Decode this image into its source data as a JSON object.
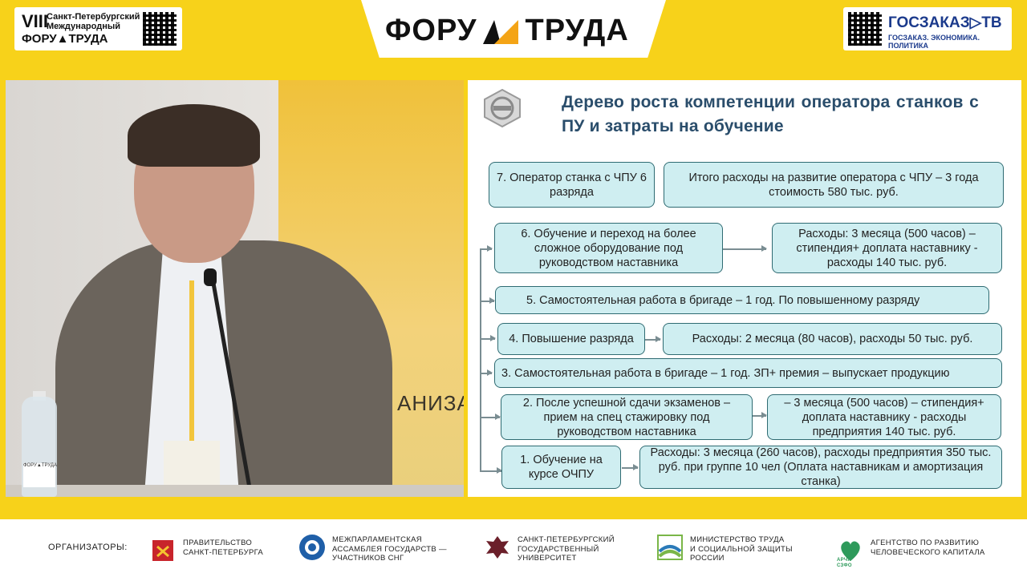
{
  "header": {
    "brand_left": {
      "numeral": "VIII",
      "line1": "Санкт-Петербургский",
      "line2": "Международный",
      "line3": "ФОРУ▲ТРУДА"
    },
    "brand_center": {
      "left_word": "ФОРУ",
      "right_word": "ТРУДА"
    },
    "brand_right": {
      "name": "ГОСЗАКАЗ▷ТВ",
      "tagline": "ГОСЗАКАЗ. ЭКОНОМИКА. ПОЛИТИКА"
    }
  },
  "video": {
    "wall_text": "АНИЗАТ",
    "bottle_label": "ФОРУ▲ТРУДА"
  },
  "slide": {
    "title": "Дерево роста компетенции оператора станков с ПУ и затраты на обучение",
    "boxes": {
      "b7": "7. Оператор станка с ЧПУ 6 разряда",
      "b7cost": "Итого расходы на развитие оператора с ЧПУ – 3 года стоимость 580 тыс. руб.",
      "b6": "6. Обучение и переход на более сложное оборудование под руководством наставника",
      "b6cost": "Расходы: 3 месяца (500 часов) – стипендия+ доплата наставнику - расходы 140 тыс. руб.",
      "b5": "5. Самостоятельная работа в бригаде – 1 год. По повышенному разряду",
      "b4": "4. Повышение разряда",
      "b4cost": "Расходы: 2 месяца (80 часов), расходы 50 тыс. руб.",
      "b3": "3. Самостоятельная работа в бригаде – 1 год. ЗП+ премия – выпускает продукцию",
      "b2": "2. После успешной сдачи экзаменов – прием на спец стажировку под руководством наставника",
      "b2cost": "– 3 месяца (500 часов) – стипендия+ доплата наставнику -  расходы предприятия 140 тыс. руб.",
      "b1": "1. Обучение на курсе ОЧПУ",
      "b1cost": "Расходы: 3 месяца (260 часов), расходы предприятия 350 тыс. руб. при группе 10 чел (Оплата наставникам и амортизация станка)"
    }
  },
  "footer": {
    "label": "ОРГАНИЗАТОРЫ:",
    "orgs": [
      {
        "text": "ПРАВИТЕЛЬСТВО\nСАНКТ-ПЕТЕРБУРГА",
        "icon": "spb-coat-of-arms-icon"
      },
      {
        "text": "МЕЖПАРЛАМЕНТСКАЯ\nАССАМБЛЕЯ ГОСУДАРСТВ —\nУЧАСТНИКОВ СНГ",
        "icon": "cis-assembly-icon"
      },
      {
        "text": "САНКТ-ПЕТЕРБУРГСКИЙ\nГОСУДАРСТВЕННЫЙ\nУНИВЕРСИТЕТ",
        "icon": "spbu-eagle-icon"
      },
      {
        "text": "МИНИСТЕРСТВО ТРУДА\nИ СОЦИАЛЬНОЙ ЗАЩИТЫ\nРОССИИ",
        "icon": "mintrud-icon"
      },
      {
        "text": "АГЕНТСТВО ПО РАЗВИТИЮ\nЧЕЛОВЕЧЕСКОГО КАПИТАЛА",
        "icon": "archk-icon",
        "icon_text": "АРЧК СЗФО"
      }
    ]
  },
  "colors": {
    "brand_yellow": "#f7d21a",
    "box_fill": "#cfeef1",
    "box_border": "#2f6b72",
    "title_blue": "#2a4d6b"
  }
}
